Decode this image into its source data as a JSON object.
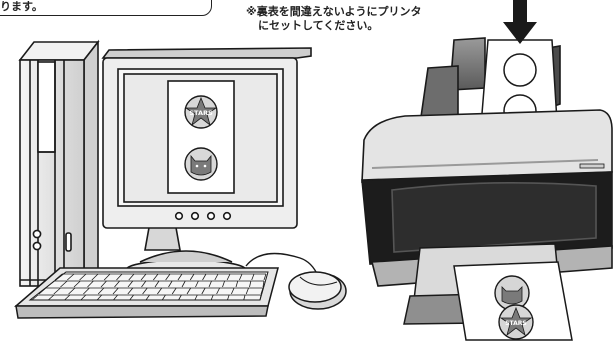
{
  "callout": {
    "text": "ります。"
  },
  "note": {
    "line1": "※裏表を間違えないようにプリンタ",
    "line2": "にセットしてください。"
  },
  "labels": {
    "stars_badge": "STARS"
  },
  "colors": {
    "ink": "#1a1a1a",
    "light_gray": "#e2e2e2",
    "mid_gray": "#b9b9b9",
    "dark_gray": "#3a3a3a",
    "printer_black": "#1c1c1c"
  }
}
